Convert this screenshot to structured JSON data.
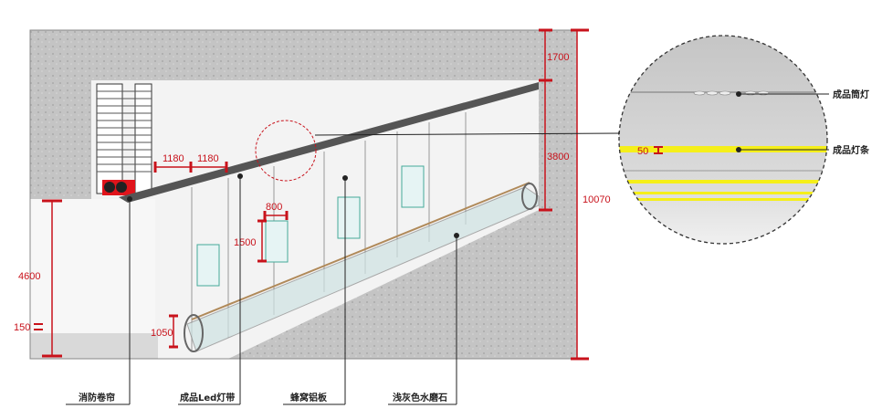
{
  "dimensions": {
    "upper_band": "1700",
    "mid_height": "3800",
    "total_height": "10070",
    "light_spacing_1": "1180",
    "light_spacing_2": "1180",
    "poster_width": "800",
    "poster_height": "1500",
    "lower_height": "4600",
    "skirting": "150",
    "handrail_height": "1050",
    "light_strip_width": "50"
  },
  "labels": {
    "fire_shutter": "消防卷帘",
    "led_strip": "成品Led灯带",
    "honeycomb_panel": "蜂窝铝板",
    "terrazzo": "浅灰色水磨石",
    "downlight": "成品筒灯",
    "light_bar": "成品灯条"
  },
  "colors": {
    "dimension": "#c8121b",
    "light_strip": "#f5ef1a",
    "concrete": "#bdbdbd"
  }
}
